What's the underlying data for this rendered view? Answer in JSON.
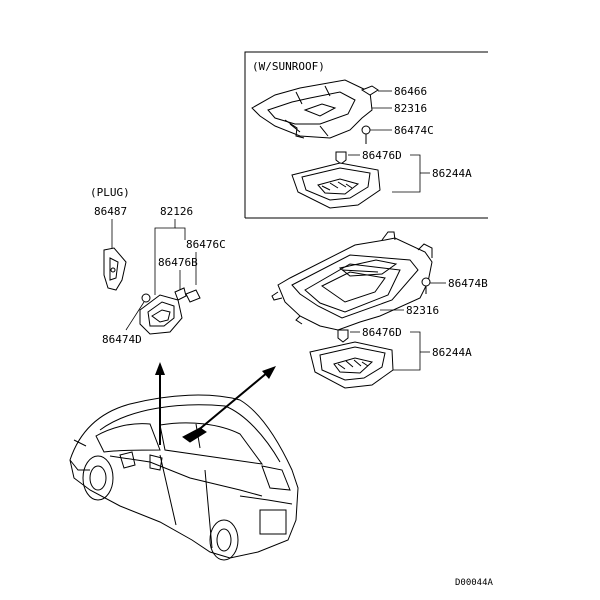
{
  "sunroof_box": {
    "title": "(W/SUNROOF)"
  },
  "plug_label": "(PLUG)",
  "labels": {
    "p86466": "86466",
    "p82316_top": "82316",
    "p86474C": "86474C",
    "p86476D_top": "86476D",
    "p86244A_top": "86244A",
    "p86487": "86487",
    "p82126": "82126",
    "p86476C": "86476C",
    "p86476B": "86476B",
    "p86474D": "86474D",
    "p86474B": "86474B",
    "p82316_bot": "82316",
    "p86476D_bot": "86476D",
    "p86244A_bot": "86244A"
  },
  "diagram_code": "D00044A"
}
